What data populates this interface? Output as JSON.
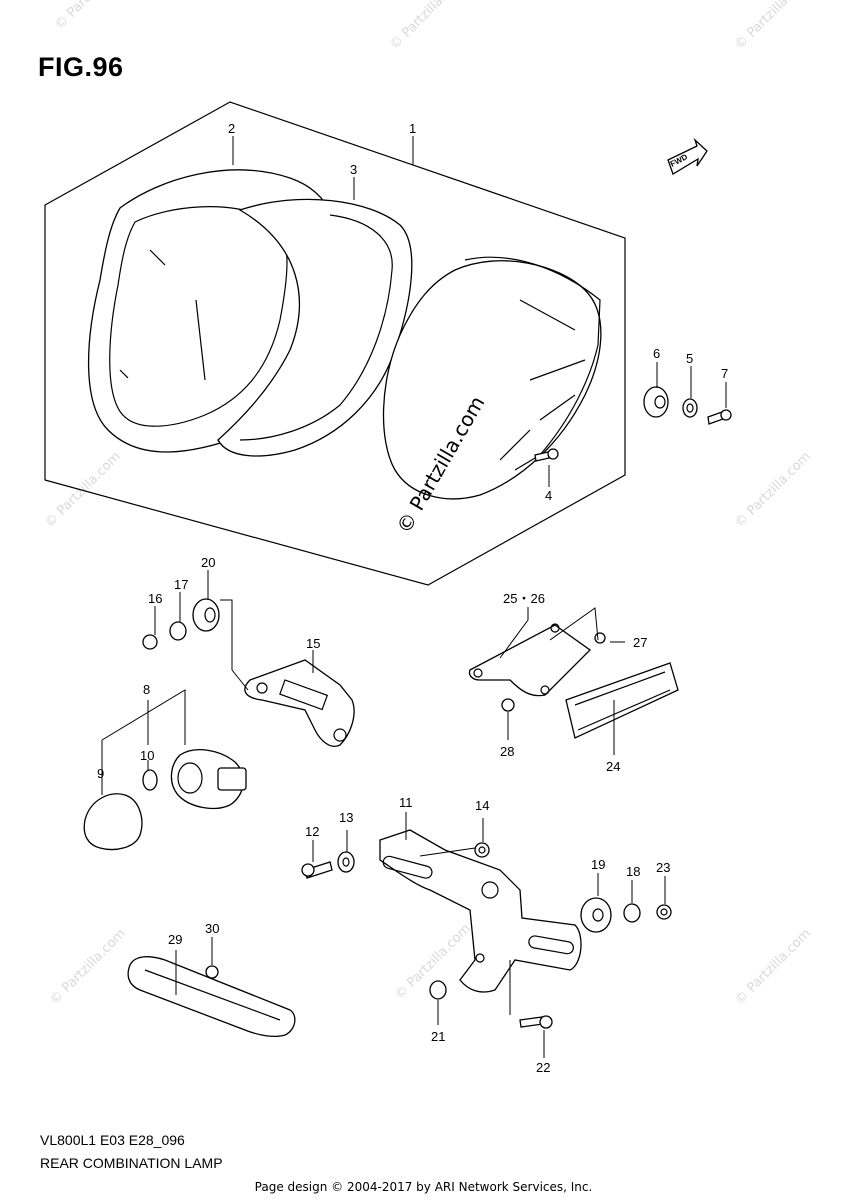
{
  "figure": {
    "title": "FIG.96",
    "model_code": "VL800L1 E03 E28_096",
    "caption": "REAR COMBINATION LAMP",
    "footer": "Page design © 2004-2017 by ARI Network Services, Inc.",
    "direction_arrow": "FWD"
  },
  "watermark": {
    "text": "© Partzilla.com",
    "color": "#d9d9d9",
    "center_text": "© Partzilla.com"
  },
  "callouts": [
    {
      "id": "c1",
      "text": "1"
    },
    {
      "id": "c2",
      "text": "2"
    },
    {
      "id": "c3",
      "text": "3"
    },
    {
      "id": "c4",
      "text": "4"
    },
    {
      "id": "c5",
      "text": "5"
    },
    {
      "id": "c6",
      "text": "6"
    },
    {
      "id": "c7",
      "text": "7"
    },
    {
      "id": "c8",
      "text": "8"
    },
    {
      "id": "c9",
      "text": "9"
    },
    {
      "id": "c10",
      "text": "10"
    },
    {
      "id": "c11",
      "text": "11"
    },
    {
      "id": "c12",
      "text": "12"
    },
    {
      "id": "c13",
      "text": "13"
    },
    {
      "id": "c14",
      "text": "14"
    },
    {
      "id": "c15",
      "text": "15"
    },
    {
      "id": "c16",
      "text": "16"
    },
    {
      "id": "c17",
      "text": "17"
    },
    {
      "id": "c18",
      "text": "18"
    },
    {
      "id": "c19",
      "text": "19"
    },
    {
      "id": "c20",
      "text": "20"
    },
    {
      "id": "c21",
      "text": "21"
    },
    {
      "id": "c22",
      "text": "22"
    },
    {
      "id": "c23",
      "text": "23"
    },
    {
      "id": "c24",
      "text": "24"
    },
    {
      "id": "c25",
      "text": "25・26"
    },
    {
      "id": "c27",
      "text": "27"
    },
    {
      "id": "c28",
      "text": "28"
    },
    {
      "id": "c29",
      "text": "29"
    },
    {
      "id": "c30",
      "text": "30"
    }
  ]
}
